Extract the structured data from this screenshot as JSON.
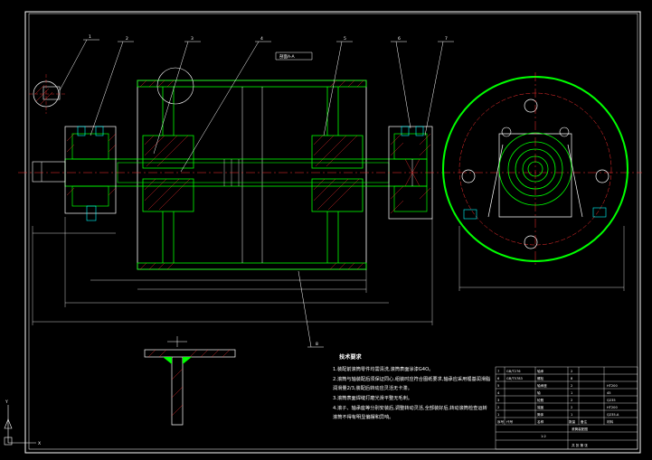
{
  "notes": {
    "title": "技术要求",
    "lines": [
      "1.装配前滚筒零件均需清洗,滚筒表面涂漆G4O。",
      "2.滚筒与轴装配后须保证同心,组装时应符合图纸要求,轴承应采用锂基润滑脂",
      "  润滑量2/3,装配后转动应灵活无卡滞。",
      "3.滚筒表面焊缝打磨光滑平整无毛刺。",
      "4.滚子、轴承座等分别安装后,调整转动灵活,全部装好后,转动滚筒检查运转",
      "  滚筒不得有明显偏摆和异响。"
    ]
  },
  "callouts": [
    "1",
    "2",
    "3",
    "4",
    "5",
    "6",
    "7",
    "8"
  ],
  "section_label": "剖面A-A",
  "title_block": {
    "rows": [
      [
        "7",
        "GB/T276",
        "轴承",
        "2",
        "",
        ""
      ],
      [
        "6",
        "GB/T5783",
        "螺栓",
        "8",
        "",
        ""
      ],
      [
        "5",
        "",
        "轴承座",
        "2",
        "",
        "HT200"
      ],
      [
        "4",
        "",
        "轴",
        "1",
        "",
        "45"
      ],
      [
        "3",
        "",
        "轮毂",
        "2",
        "",
        "Q235"
      ],
      [
        "2",
        "",
        "端盖",
        "2",
        "",
        "HT200"
      ],
      [
        "1",
        "",
        "筒体",
        "1",
        "",
        "Q235-A"
      ]
    ],
    "header": [
      "序号",
      "代号",
      "名称",
      "数量",
      "备注",
      "材料"
    ],
    "drawing_name": "滚筒装配图",
    "scale": "1:2",
    "sheet": "共 张 第 张"
  },
  "ucs": {
    "x": "X",
    "y": "Y"
  },
  "colors": {
    "outline": "#ffffff",
    "part_edge": "#00ff00",
    "centerline": "#ff3030",
    "leader": "#ffffff",
    "hatch": "#ff3030",
    "bolt": "#00ffff"
  }
}
